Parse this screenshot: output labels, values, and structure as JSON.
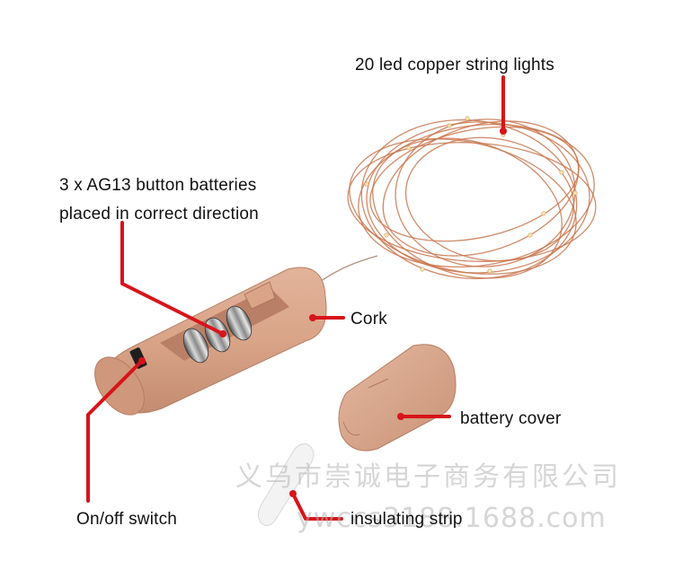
{
  "labels": {
    "string_lights": "20 led copper string lights",
    "batteries_line1": "3 x AG13 button batteries",
    "batteries_line2": "placed in correct direction",
    "cork": "Cork",
    "battery_cover": "battery cover",
    "switch": "On/off switch",
    "insulating_strip": "insulating strip"
  },
  "watermark": {
    "company": "义乌市崇诚电子商务有限公司",
    "site": "ywccs3188.1688.com"
  },
  "colors": {
    "pointer_red": "#d7141a",
    "cork": "#d9a488",
    "copper_wire": "#c9754e"
  }
}
